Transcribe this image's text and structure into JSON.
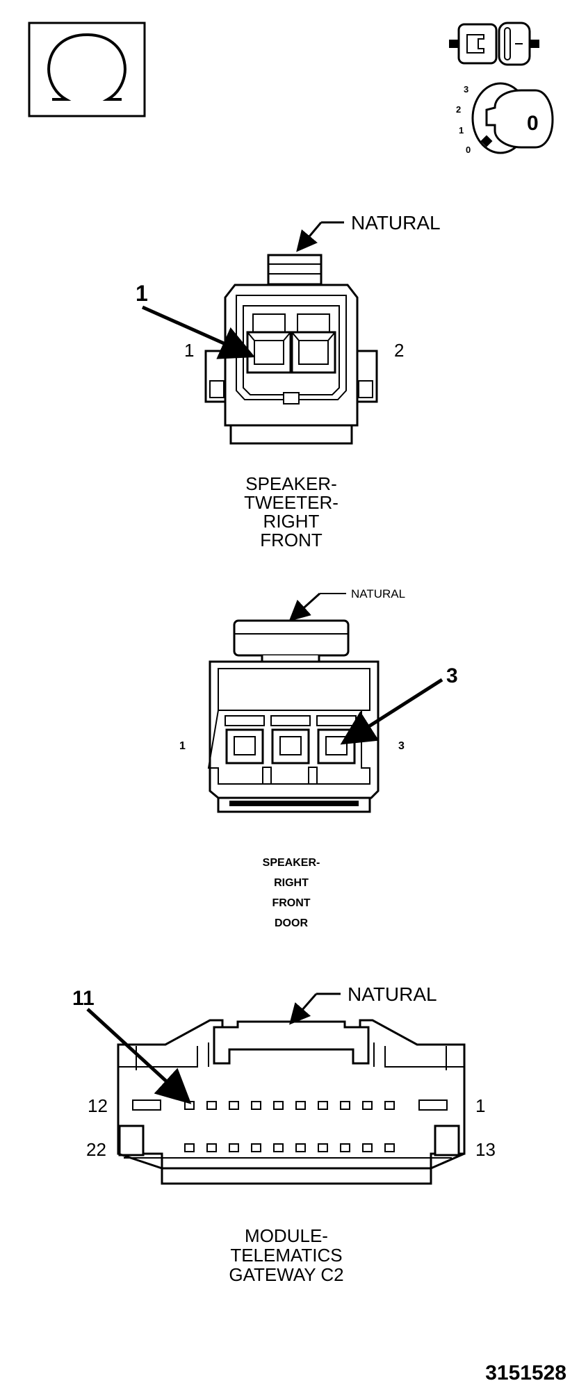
{
  "icons": {
    "ohm": "ohm-symbol-icon",
    "connector": "connector-plug-icon",
    "ignition": "ignition-key-icon"
  },
  "ignition_positions": [
    "3",
    "2",
    "1",
    "0"
  ],
  "ignition_key_label": "0",
  "connectors": [
    {
      "name_lines": [
        "SPEAKER-",
        "TWEETER-",
        "RIGHT",
        "FRONT"
      ],
      "color_label": "NATURAL",
      "callout": "1",
      "pin_left": "1",
      "pin_right": "2"
    },
    {
      "name_lines": [
        "SPEAKER-",
        "RIGHT",
        "FRONT",
        "DOOR"
      ],
      "color_label": "NATURAL",
      "callout": "3",
      "pin_left": "1",
      "pin_right": "3"
    },
    {
      "name_lines": [
        "MODULE-",
        "TELEMATICS",
        "GATEWAY C2"
      ],
      "color_label": "NATURAL",
      "callout": "11",
      "pin_top_left": "12",
      "pin_top_right": "1",
      "pin_bottom_left": "22",
      "pin_bottom_right": "13"
    }
  ],
  "figure_number": "3151528"
}
